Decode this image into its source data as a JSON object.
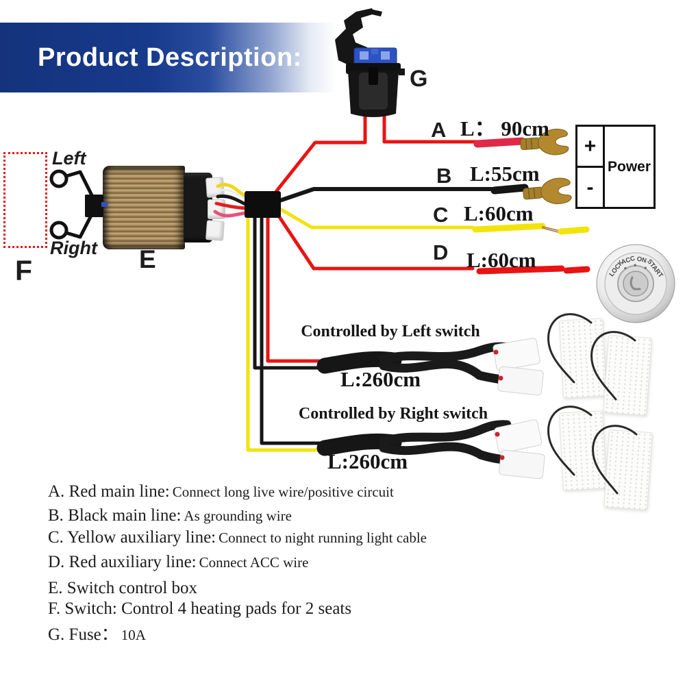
{
  "banner": {
    "title": "Product Description:"
  },
  "fuse": {
    "label": "G"
  },
  "wires": {
    "a": {
      "label": "A",
      "length": "L： 90cm"
    },
    "b": {
      "label": "B",
      "length": "L:55cm"
    },
    "c": {
      "label": "C",
      "length": "L:60cm"
    },
    "d": {
      "label": "D",
      "length": "L:60cm"
    }
  },
  "power": {
    "plus": "+",
    "minus": "-",
    "label": "Power"
  },
  "ignition": {
    "lock": "LOCK",
    "acc": "ACC",
    "on": "ON",
    "start": "START"
  },
  "switch": {
    "label": "F",
    "left": "Left",
    "right": "Right"
  },
  "control_box": {
    "label": "E"
  },
  "cables": {
    "left": {
      "caption": "Controlled by Left switch",
      "length": "L:260cm"
    },
    "right": {
      "caption": "Controlled by Right switch",
      "length": "L:260cm"
    }
  },
  "desc": {
    "a_title": "A. Red main line:",
    "a_text": "Connect long live wire/positive circuit",
    "b_title": "B. Black main line:",
    "b_text": "As grounding wire",
    "c_title": "C. Yellow auxiliary line:",
    "c_text": "Connect to night running light cable",
    "d_title": "D. Red auxiliary line:",
    "d_text": "Connect ACC wire",
    "e_title": "E. Switch control box",
    "f_title": "F. Switch: Control 4 heating pads for 2 seats",
    "g_title": "G. Fuse：",
    "g_text": "10A"
  },
  "colors": {
    "banner_blue": "#14337c",
    "wire_red": "#e81414",
    "wire_yellow": "#f2e30c",
    "wire_black": "#161616",
    "terminal_gold": "#b3892f",
    "fuse_blue": "#2c52c4",
    "dotted_frame_red": "#e51616"
  }
}
